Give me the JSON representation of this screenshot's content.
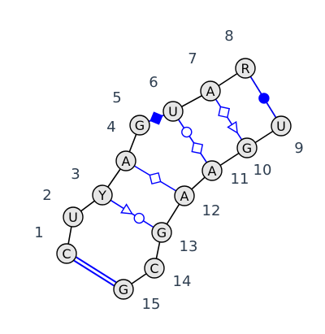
{
  "colors": {
    "backbone": "#000000",
    "pair": "#0000ff",
    "node_fill": "#e6e6e6",
    "node_stroke": "#000000",
    "index_text": "#2e3e50"
  },
  "nucleotides": [
    {
      "n": "1",
      "letter": "C"
    },
    {
      "n": "2",
      "letter": "U"
    },
    {
      "n": "3",
      "letter": "Y"
    },
    {
      "n": "4",
      "letter": "A"
    },
    {
      "n": "5",
      "letter": "G"
    },
    {
      "n": "6",
      "letter": "U"
    },
    {
      "n": "7",
      "letter": "A"
    },
    {
      "n": "8",
      "letter": "R"
    },
    {
      "n": "9",
      "letter": "U"
    },
    {
      "n": "10",
      "letter": "G"
    },
    {
      "n": "11",
      "letter": "A"
    },
    {
      "n": "12",
      "letter": "A"
    },
    {
      "n": "13",
      "letter": "G"
    },
    {
      "n": "14",
      "letter": "C"
    },
    {
      "n": "15",
      "letter": "G"
    }
  ],
  "interactions": [
    {
      "a": "1",
      "b": "15",
      "style": "double-line"
    },
    {
      "a": "3",
      "b": "13",
      "style": "triangle-circle"
    },
    {
      "a": "4",
      "b": "12",
      "style": "square"
    },
    {
      "a": "5",
      "b": "6",
      "style": "filled-square"
    },
    {
      "a": "6",
      "b": "11",
      "style": "circle-square"
    },
    {
      "a": "7",
      "b": "10",
      "style": "square-triangle"
    },
    {
      "a": "8",
      "b": "9",
      "style": "filled-circle"
    }
  ]
}
